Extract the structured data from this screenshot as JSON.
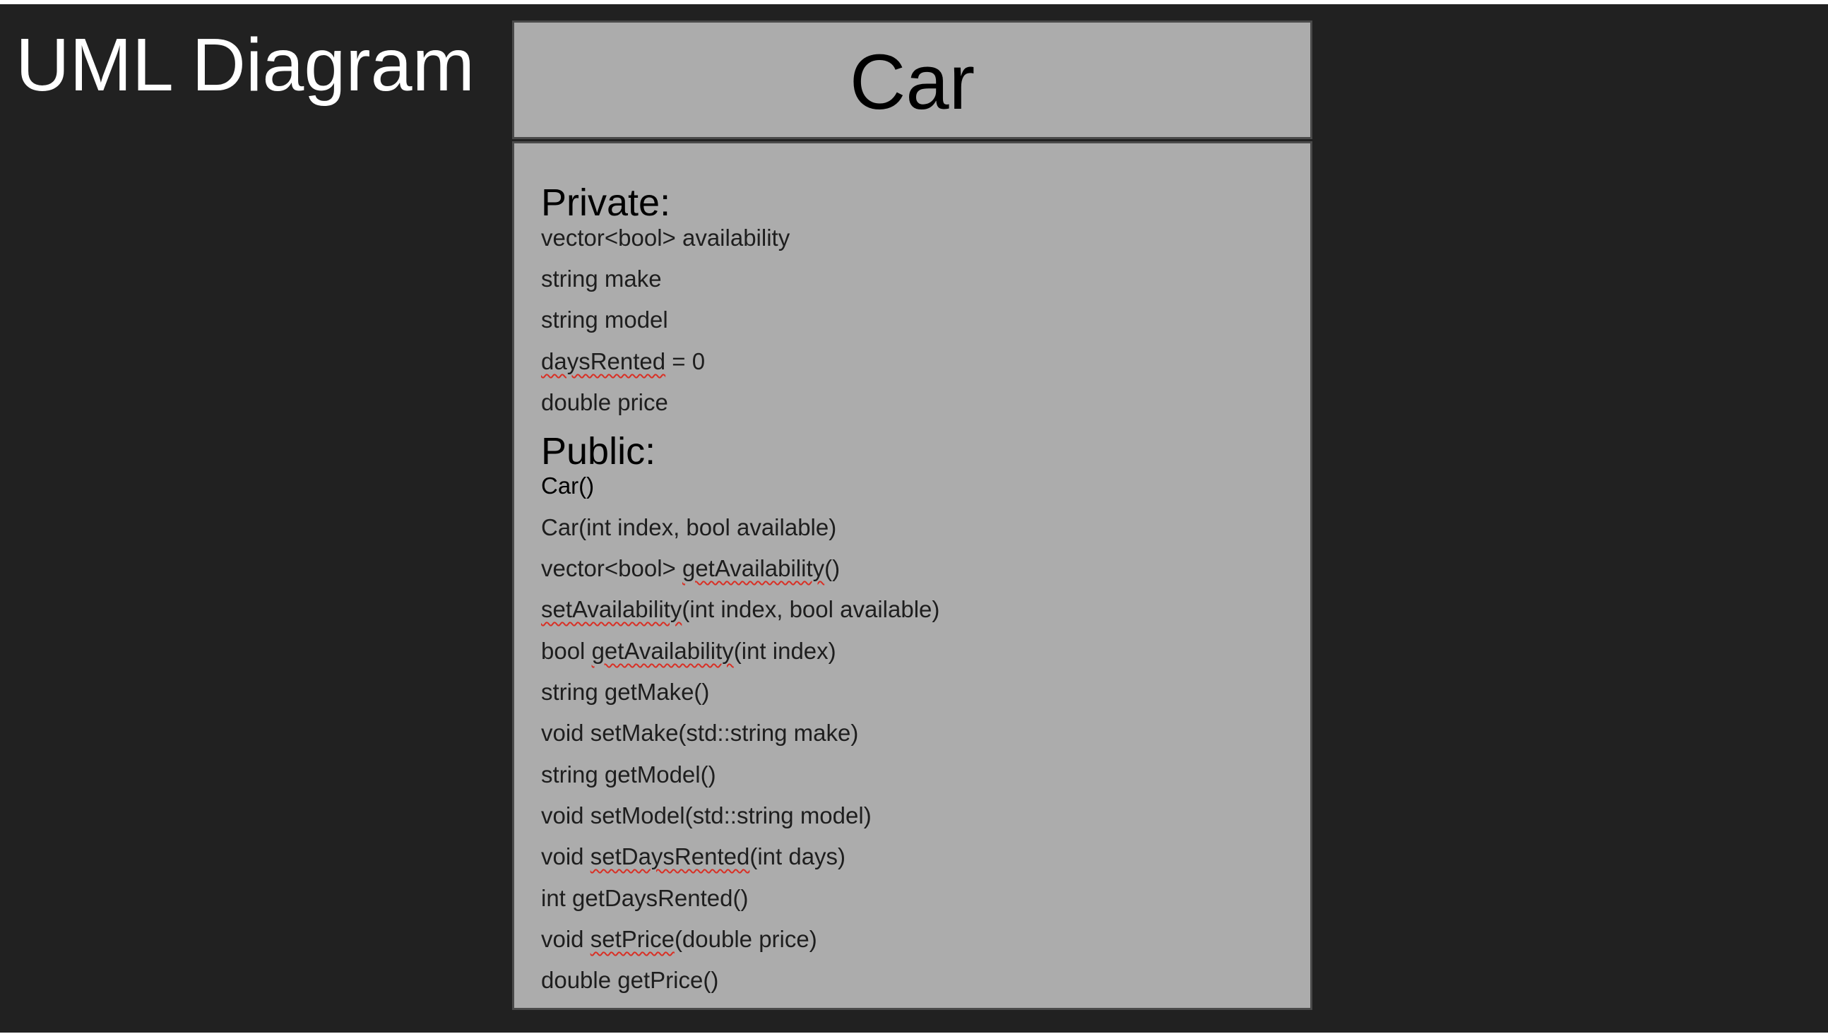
{
  "slide": {
    "title": "UML Diagram"
  },
  "uml_class": {
    "name": "Car",
    "private_heading": "Private:",
    "private_members": [
      "vector<bool> availability",
      "string make",
      "string model",
      "daysRented",
      " = 0",
      "double price"
    ],
    "public_heading": "Public:",
    "public_members": {
      "ctor_default": "Car()",
      "ctor_params": "Car(int index, bool available)",
      "get_availability_all_prefix": "vector<bool> ",
      "get_availability_all_name": "getAvailability",
      "get_availability_all_suffix": "()",
      "set_availability_name": "setAvailability",
      "set_availability_suffix": "(int index, bool available)",
      "get_availability_one_prefix": "bool ",
      "get_availability_one_name": "getAvailability",
      "get_availability_one_suffix": "(int index)",
      "get_make": "string getMake()",
      "set_make": "void setMake(std::string make)",
      "get_model": "string getModel()",
      "set_model": "void setModel(std::string model)",
      "set_days_rented_prefix": "void ",
      "set_days_rented_name": "setDaysRented",
      "set_days_rented_suffix": "(int days)",
      "get_days_rented": "int getDaysRented()",
      "set_price_prefix": "void ",
      "set_price_name": "setPrice",
      "set_price_suffix": "(double price)",
      "get_price": "double getPrice()"
    }
  },
  "colors": {
    "slide_background": "#212121",
    "box_fill": "#acacac",
    "box_border": "#4a4a4a",
    "title_text": "#ffffff",
    "spellcheck_underline": "#d93025"
  }
}
